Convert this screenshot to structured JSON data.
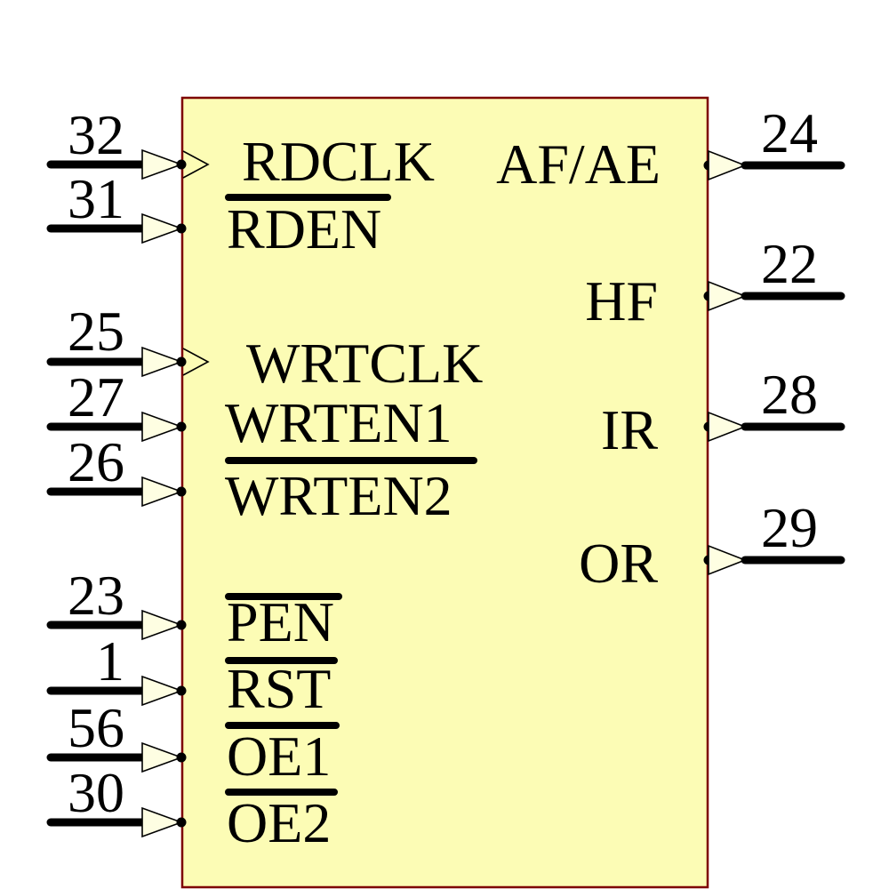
{
  "diagram": {
    "type": "ic-schematic-symbol",
    "colors": {
      "body_fill": "#FCFCB5",
      "body_border": "#7E0000",
      "arrow_fill": "#FEFEE2",
      "wire": "#000000",
      "text": "#000000"
    },
    "pins": {
      "left": [
        {
          "number": "32",
          "label": "RDCLK",
          "overbar": false,
          "clock": true
        },
        {
          "number": "31",
          "label": "RDEN",
          "overbar": true,
          "clock": false
        },
        {
          "number": "25",
          "label": "WRTCLK",
          "overbar": false,
          "clock": true
        },
        {
          "number": "27",
          "label": "WRTEN1",
          "overbar": false,
          "clock": false
        },
        {
          "number": "26",
          "label": "WRTEN2",
          "overbar": true,
          "clock": false
        },
        {
          "number": "23",
          "label": "PEN",
          "overbar": true,
          "clock": false
        },
        {
          "number": "1",
          "label": "RST",
          "overbar": true,
          "clock": false
        },
        {
          "number": "56",
          "label": "OE1",
          "overbar": true,
          "clock": false
        },
        {
          "number": "30",
          "label": "OE2",
          "overbar": true,
          "clock": false
        }
      ],
      "right": [
        {
          "number": "24",
          "label": "AF/AE",
          "overbar": false
        },
        {
          "number": "22",
          "label": "HF",
          "overbar": false
        },
        {
          "number": "28",
          "label": "IR",
          "overbar": false
        },
        {
          "number": "29",
          "label": "OR",
          "overbar": false
        }
      ]
    }
  }
}
